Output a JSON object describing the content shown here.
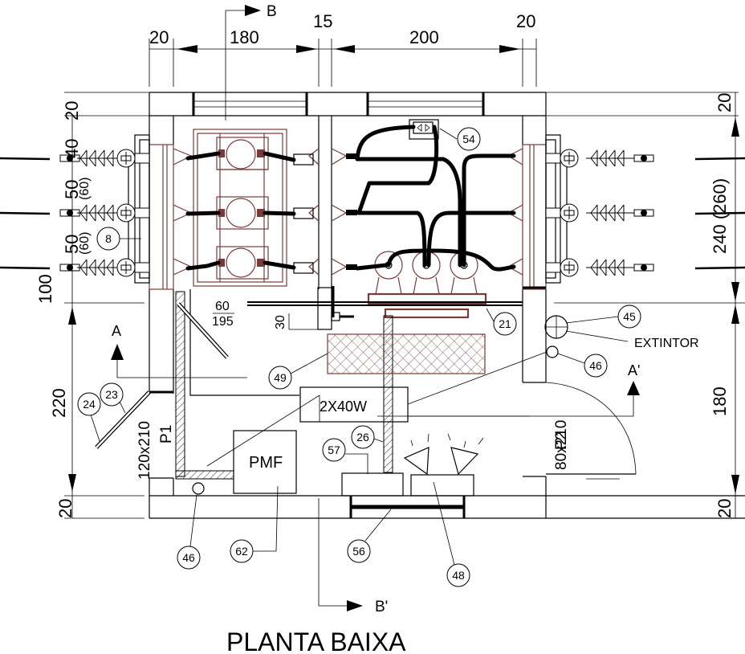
{
  "drawing": {
    "title": "PLANTA BAIXA",
    "section_marks": {
      "top": "B",
      "bottom": "B'",
      "left": "A",
      "right": "A'"
    },
    "top_dimensions": [
      "20",
      "180",
      "15",
      "200",
      "20"
    ],
    "left_dimensions": [
      "20",
      "40",
      "50",
      "(60)",
      "50",
      "(60)",
      "100",
      "220",
      "20"
    ],
    "right_dimensions": [
      "20",
      "240 (260)",
      "180",
      "20"
    ],
    "interior_labels": {
      "window_fraction_top": "60",
      "window_fraction_bottom": "195",
      "height_30": "30",
      "luminaire": "2X40W",
      "pmf_box": "PMF",
      "extintor": "EXTINTOR",
      "door_p1_name": "P1",
      "door_p1_size": "120x210",
      "door_p2_name": "P2",
      "door_p2_size": "80x210"
    },
    "callouts": [
      "8",
      "54",
      "21",
      "45",
      "46",
      "49",
      "23",
      "24",
      "26",
      "57",
      "46",
      "62",
      "56",
      "48"
    ]
  }
}
